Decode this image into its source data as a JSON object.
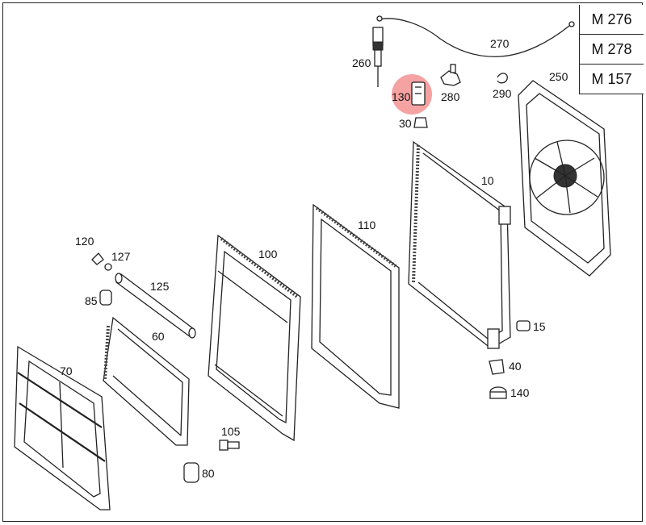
{
  "models": [
    "M 276",
    "M 278",
    "M 157"
  ],
  "highlight": {
    "part": "130",
    "color": "#f28b8b"
  },
  "parts": {
    "p270": "270",
    "p260": "260",
    "p130": "130",
    "p280": "280",
    "p290": "290",
    "p250": "250",
    "p30": "30",
    "p10": "10",
    "p110": "110",
    "p100": "100",
    "p120": "120",
    "p127": "127",
    "p125": "125",
    "p85": "85",
    "p60": "60",
    "p70": "70",
    "p105": "105",
    "p80": "80",
    "p15": "15",
    "p40": "40",
    "p140": "140"
  }
}
